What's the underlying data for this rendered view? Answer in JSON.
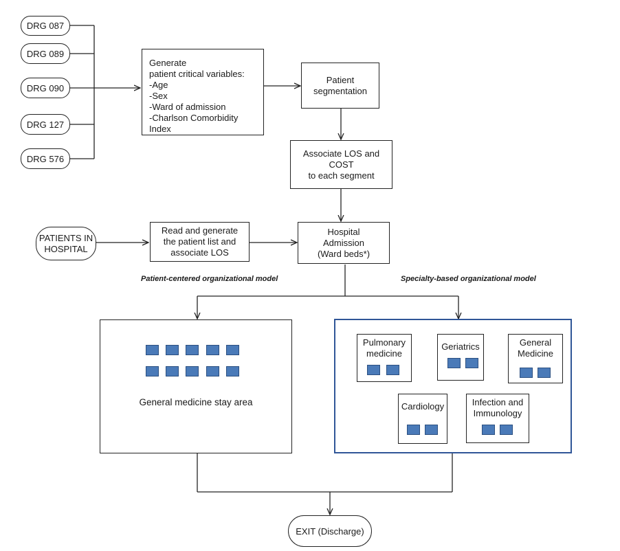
{
  "drg_inputs": [
    "DRG 087",
    "DRG 089",
    "DRG 090",
    "DRG 127",
    "DRG 576"
  ],
  "generate_vars": {
    "heading": "Generate",
    "subheading": "patient critical variables:",
    "items": [
      "-Age",
      "-Sex",
      "-Ward of admission",
      "-Charlson Comorbidity Index"
    ]
  },
  "segmentation": {
    "line1": "Patient",
    "line2": "segmentation"
  },
  "associate": {
    "line1": "Associate LOS and COST",
    "line2": "to each segment"
  },
  "patients_in_hospital": {
    "line1": "PATIENTS IN",
    "line2": "HOSPITAL"
  },
  "read_generate": {
    "line1": "Read and generate",
    "line2": "the patient list and",
    "line3": "associate LOS"
  },
  "admission": {
    "line1": "Hospital",
    "line2": "Admission",
    "line3": "(Ward beds*)"
  },
  "captions": {
    "patient_centered": "Patient-centered organizational model",
    "specialty_based": "Specialty-based organizational model"
  },
  "general_area": {
    "label": "General medicine stay area",
    "beds": 10
  },
  "specialty_units": [
    {
      "name_line1": "Pulmonary",
      "name_line2": "medicine",
      "beds": 2
    },
    {
      "name_line1": "Geriatrics",
      "name_line2": "",
      "beds": 2
    },
    {
      "name_line1": "General",
      "name_line2": "Medicine",
      "beds": 2
    },
    {
      "name_line1": "Cardiology",
      "name_line2": "",
      "beds": 2
    },
    {
      "name_line1": "Infection and",
      "name_line2": "Immunology",
      "beds": 2
    }
  ],
  "exit": {
    "label": "EXIT (Discharge)"
  },
  "colors": {
    "bed_fill": "#4a7ab8",
    "specialty_border": "#2f5597",
    "line": "#222222"
  }
}
